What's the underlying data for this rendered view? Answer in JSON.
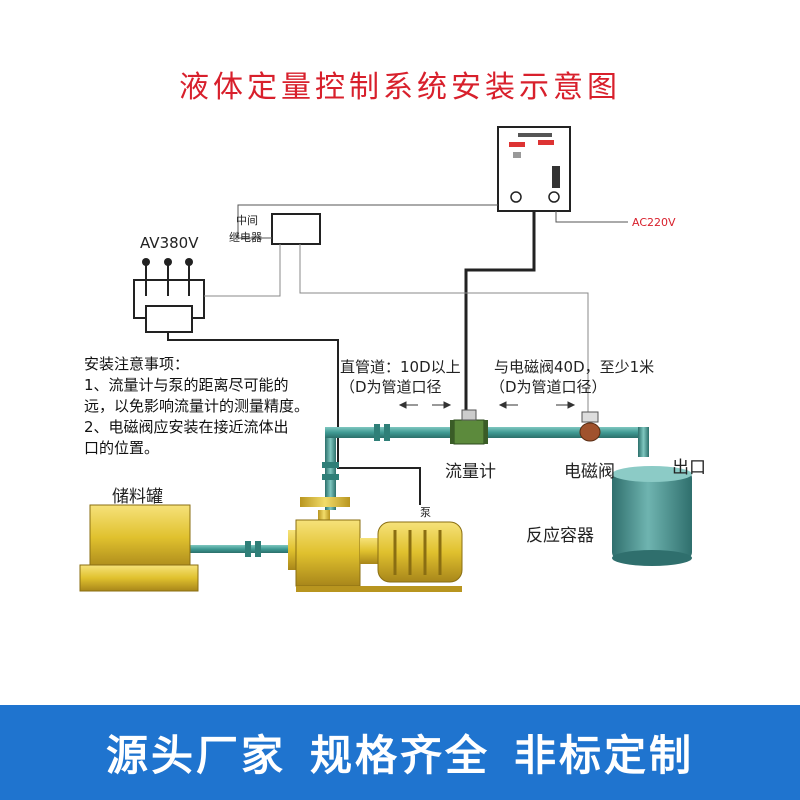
{
  "title": "液体定量控制系统安装示意图",
  "labels": {
    "relay_line1": "中间",
    "relay_line2": "继电器",
    "av380": "AV380V",
    "ac220": "AC220V",
    "straight_pipe_1": "直管道：10D以上",
    "straight_pipe_2": "（D为管道口径",
    "valve_dist_1": "与电磁阀40D，至少1米",
    "valve_dist_2": "（D为管道口径）",
    "flowmeter": "流量计",
    "valve": "电磁阀",
    "outlet": "出口",
    "tank": "储料罐",
    "reactor": "反应容器",
    "pump": "泵"
  },
  "notes": {
    "heading": "安装注意事项：",
    "line1": "1、流量计与泵的距离尽可能的",
    "line2": "远，以免影响流量计的测量精度。",
    "line3": "2、电磁阀应安装在接近流体出",
    "line4": "口的位置。"
  },
  "banner": {
    "part1": "源头厂家",
    "part2": "规格齐全",
    "part3": "非标定制"
  },
  "colors": {
    "title": "#d8202c",
    "pipe": "#3f9a93",
    "equipment": "#e0c12e",
    "reactor": "#3f8a88",
    "banner": "#1f74cf"
  }
}
